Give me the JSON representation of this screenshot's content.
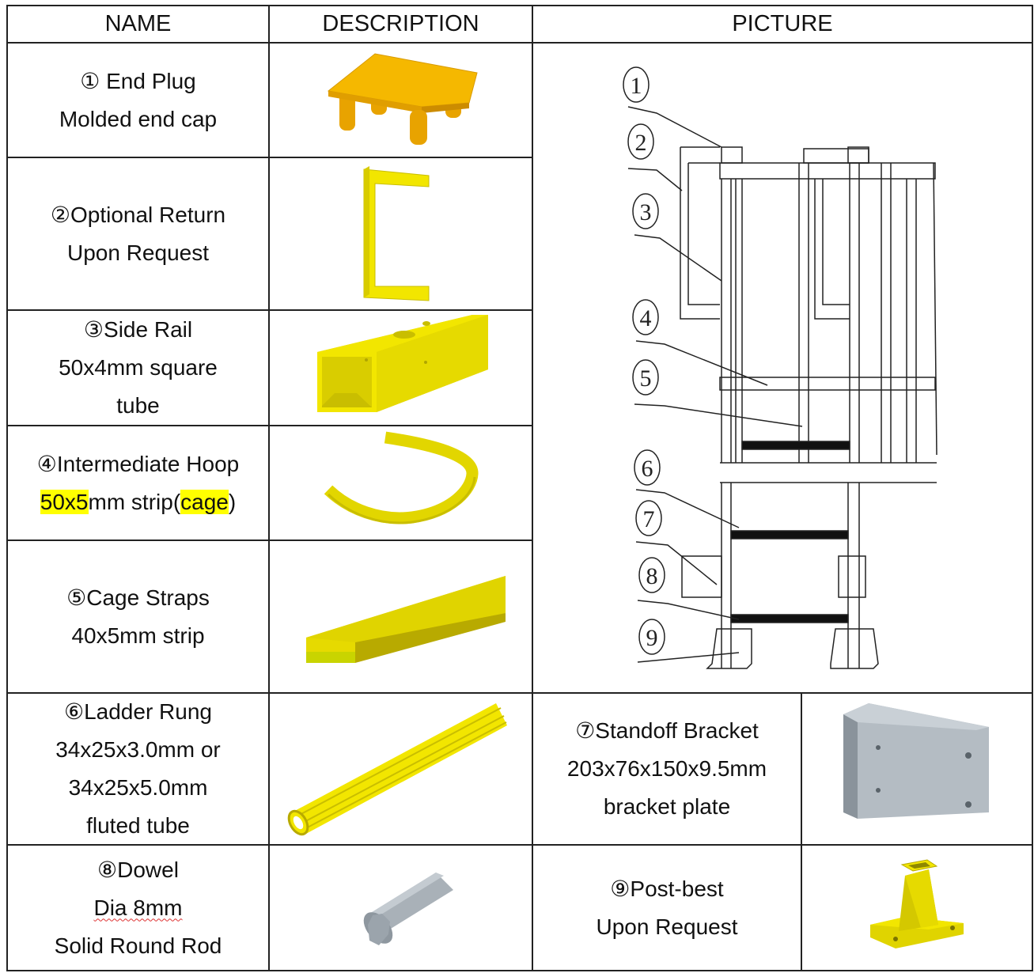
{
  "headers": {
    "name": "NAME",
    "description": "DESCRIPTION",
    "picture": "PICTURE"
  },
  "rows": [
    {
      "id": "end-plug",
      "lines": [
        "① End Plug",
        "Molded end cap"
      ]
    },
    {
      "id": "optional-return",
      "lines": [
        "②Optional Return",
        "Upon Request"
      ]
    },
    {
      "id": "side-rail",
      "lines": [
        "③Side Rail",
        "50x4mm square",
        "tube"
      ]
    },
    {
      "id": "intermediate-hoop",
      "line1": "④Intermediate Hoop",
      "line2_parts": [
        "50x5",
        "mm strip(",
        "cage",
        ")"
      ]
    },
    {
      "id": "cage-straps",
      "lines": [
        "⑤Cage Straps",
        "40x5mm strip"
      ]
    },
    {
      "id": "ladder-rung",
      "lines": [
        "⑥Ladder Rung",
        "34x25x3.0mm or",
        "34x25x5.0mm",
        "fluted tube"
      ]
    },
    {
      "id": "dowel",
      "lines": [
        "⑧Dowel",
        "Dia 8mm",
        "Solid Round Rod"
      ]
    }
  ],
  "right_items": [
    {
      "id": "standoff-bracket",
      "lines": [
        "⑦Standoff Bracket",
        "203x76x150x9.5mm",
        "bracket plate"
      ]
    },
    {
      "id": "post-best",
      "lines": [
        "⑨Post-best",
        "Upon Request"
      ]
    }
  ],
  "diagram_callouts": [
    "1",
    "2",
    "3",
    "4",
    "5",
    "6",
    "7",
    "8",
    "9"
  ],
  "colors": {
    "fiberglass_yellow": "#f2e600",
    "end_cap_orange": "#f5b800",
    "grey_part": "#a9b1b8",
    "highlight": "#ffff00"
  }
}
